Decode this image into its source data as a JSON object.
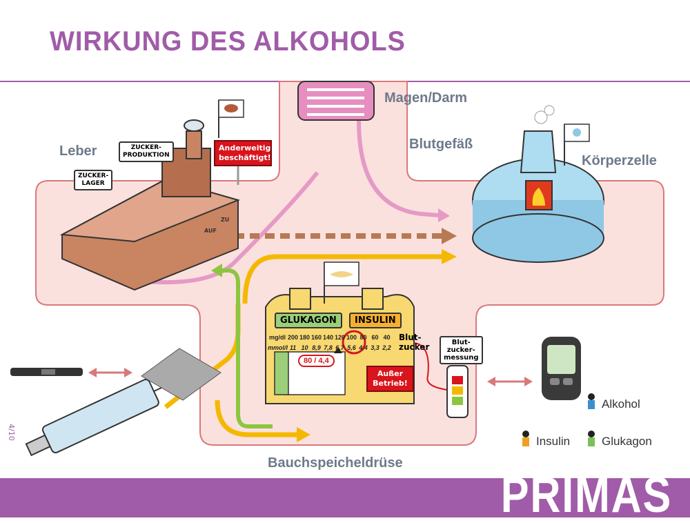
{
  "title": "WIRKUNG DES ALKOHOLS",
  "regions": {
    "stomach": "Magen/Darm",
    "vessel": "Blutgefäß",
    "liver": "Leber",
    "cell": "Körperzelle",
    "pancreas": "Bauchspeicheldrüse"
  },
  "liver_signs": {
    "production": "ZUCKER-\nPRODUKTION",
    "storage": "ZUCKER-\nLAGER",
    "busy": "Anderweitig beschäftigt!",
    "open": "AUF",
    "closed": "ZU"
  },
  "pancreas": {
    "glucagon_label": "GLUKAGON",
    "insulin_label": "INSULIN",
    "unit_mgdl": "mg/dl",
    "unit_mmol": "mmol/l",
    "mgdl_values": [
      "200",
      "180",
      "160",
      "140",
      "120",
      "100",
      "80",
      "60",
      "40"
    ],
    "mmol_values": [
      "11",
      "10",
      "8,9",
      "7,8",
      "6,7",
      "5,6",
      "4,4",
      "3,3",
      "2,2"
    ],
    "current_mgdl": "80",
    "current_mmol": "4,4",
    "gauge_label": "Blut-\nzucker",
    "out_of_order": "Außer Betrieb!"
  },
  "meter_label": "Blut-\nzucker-\nmessung",
  "legend": {
    "alcohol": "Alkohol",
    "insulin": "Insulin",
    "glucagon": "Glukagon"
  },
  "colors": {
    "brand": "#a05ca8",
    "vessel_fill": "#fbe1de",
    "vessel_outline": "#d9787a",
    "insulin_arrow": "#f5b800",
    "glucagon_arrow": "#8cc63f",
    "pink_arrow": "#e59ac6",
    "sugar_arrow": "#b77a55"
  },
  "page_number": "4/10",
  "brand": "PRIMAS"
}
